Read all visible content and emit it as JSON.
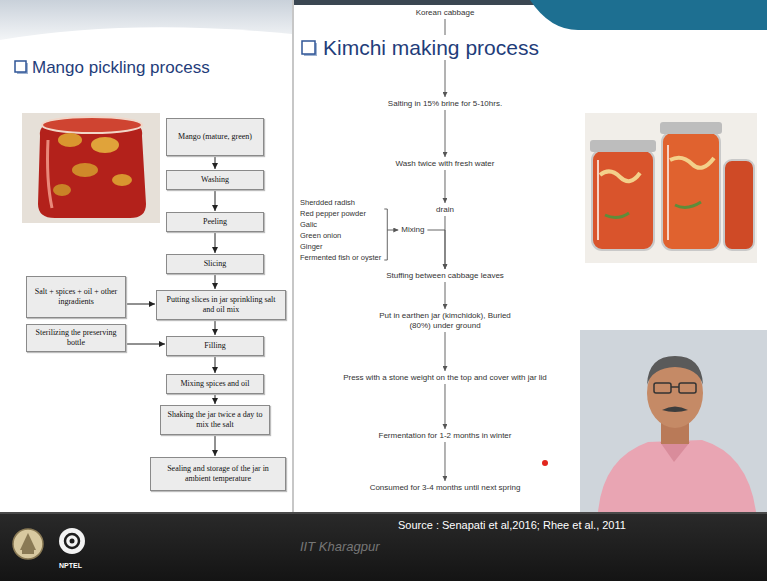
{
  "diagram": {
    "nodes": [
      {
        "text": [
          "Mango (mature, green)"
        ]
      },
      {
        "text": [
          "Washing"
        ]
      },
      {
        "text": [
          "Peeling"
        ]
      },
      {
        "text": [
          "Slicing"
        ]
      },
      {
        "text": [
          "Salt + spices + oil + other ingradients"
        ]
      },
      {
        "text": [
          "Putting slices in jar sprinkling salt and oil mix"
        ]
      },
      {
        "text": [
          "Sterilizing the preserving bottle"
        ]
      },
      {
        "text": [
          "Filling"
        ]
      },
      {
        "text": [
          "Mixing spices and oil"
        ]
      },
      {
        "text": [
          "Shaking the jar twice a day to mix the salt"
        ]
      },
      {
        "text": [
          "Sealing and storage of the jar in ambient temperature"
        ]
      },
      {
        "text": [
          "Korean cabbage"
        ]
      },
      {
        "text": [
          "Salting in 15% brine for 5-10hrs."
        ]
      },
      {
        "text": [
          "Wash twice with fresh water"
        ]
      },
      {
        "text": [
          "drain"
        ]
      },
      {
        "text": [
          "Sherdded radish",
          "Red pepper powder",
          "Galic",
          "Green onion",
          "Ginger",
          "Fermented fish or oyster"
        ]
      },
      {
        "text": [
          "Mixing"
        ]
      },
      {
        "text": [
          "Stuffing between cabbage leaves"
        ]
      },
      {
        "text": [
          "Put in earthen jar (kimchidok), Buried (80%) under ground"
        ]
      },
      {
        "text": [
          "Press with a stone weight on the top and cover with jar lid"
        ]
      },
      {
        "text": [
          "Fermentation for 1-2 months in winter"
        ]
      },
      {
        "text": [
          "Consumed for 3-4 months until next spring"
        ]
      }
    ],
    "edges": [
      {
        "from": 0,
        "to": 1,
        "arrow": "to"
      },
      {
        "from": 1,
        "to": 2,
        "arrow": "to"
      },
      {
        "from": 2,
        "to": 3,
        "arrow": "to"
      },
      {
        "from": 3,
        "to": 5,
        "arrow": "to"
      },
      {
        "from": 4,
        "to": 5,
        "arrow": "to"
      },
      {
        "from": 5,
        "to": 7,
        "arrow": "to"
      },
      {
        "from": 6,
        "to": 7,
        "arrow": "to"
      },
      {
        "from": 7,
        "to": 8,
        "arrow": "to"
      },
      {
        "from": 8,
        "to": 9,
        "arrow": "to"
      },
      {
        "from": 9,
        "to": 10,
        "arrow": "to"
      },
      {
        "from": 11,
        "to": 12,
        "arrow": "to"
      },
      {
        "from": 12,
        "to": 13,
        "arrow": "to"
      },
      {
        "from": 13,
        "to": 14,
        "arrow": "to"
      },
      {
        "from": 14,
        "to": 17,
        "arrow": "to"
      },
      {
        "from": 15,
        "to": 16,
        "arrow": "to"
      },
      {
        "from": 16,
        "to": 17,
        "arrow": "to"
      },
      {
        "from": 17,
        "to": 18,
        "arrow": "to"
      },
      {
        "from": 18,
        "to": 19,
        "arrow": "to"
      },
      {
        "from": 19,
        "to": 20,
        "arrow": "to"
      },
      {
        "from": 20,
        "to": 21,
        "arrow": "to"
      }
    ],
    "labels": [
      "Mango pickling process",
      "Kimchi making process",
      "Source : Senapati et al,2016; Rhee et al., 2011",
      "IIT Kharagpur",
      "NPTEL"
    ]
  }
}
